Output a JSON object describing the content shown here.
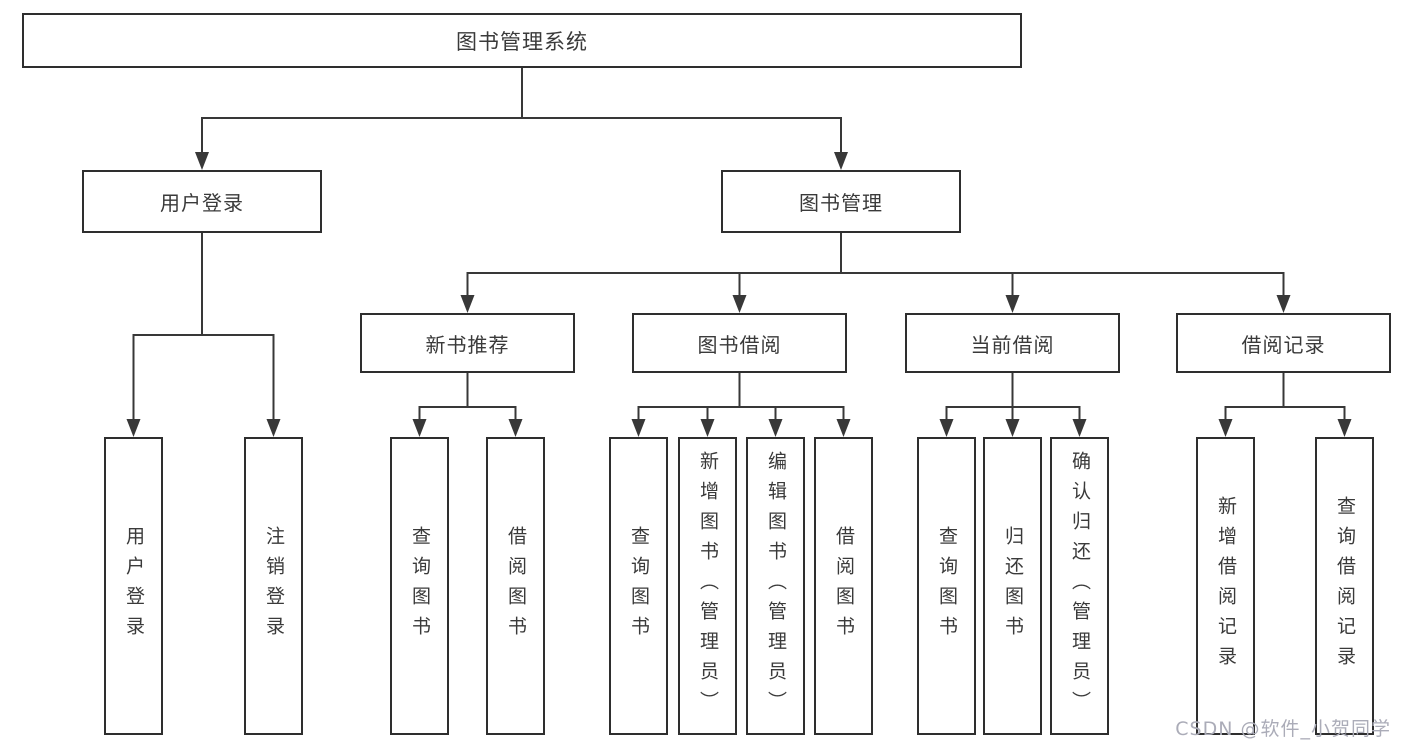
{
  "tree": {
    "root": "图书管理系统",
    "branches": [
      {
        "label": "用户登录",
        "children": [
          "用户登录",
          "注销登录"
        ]
      },
      {
        "label": "图书管理",
        "groups": [
          {
            "label": "新书推荐",
            "children": [
              "查询图书",
              "借阅图书"
            ]
          },
          {
            "label": "图书借阅",
            "children": [
              "查询图书",
              "新增图书（管理员）",
              "编辑图书（管理员）",
              "借阅图书"
            ]
          },
          {
            "label": "当前借阅",
            "children": [
              "查询图书",
              "归还图书",
              "确认归还（管理员）"
            ]
          },
          {
            "label": "借阅记录",
            "children": [
              "新增借阅记录",
              "查询借阅记录"
            ]
          }
        ]
      }
    ]
  },
  "watermark": {
    "text": "CSDN @软件_小贺同学"
  },
  "colors": {
    "line": "#383838",
    "box_border": "#2e2e2e",
    "text": "#3a3a3a",
    "watermark": "#abacb8",
    "background": "#ffffff"
  }
}
